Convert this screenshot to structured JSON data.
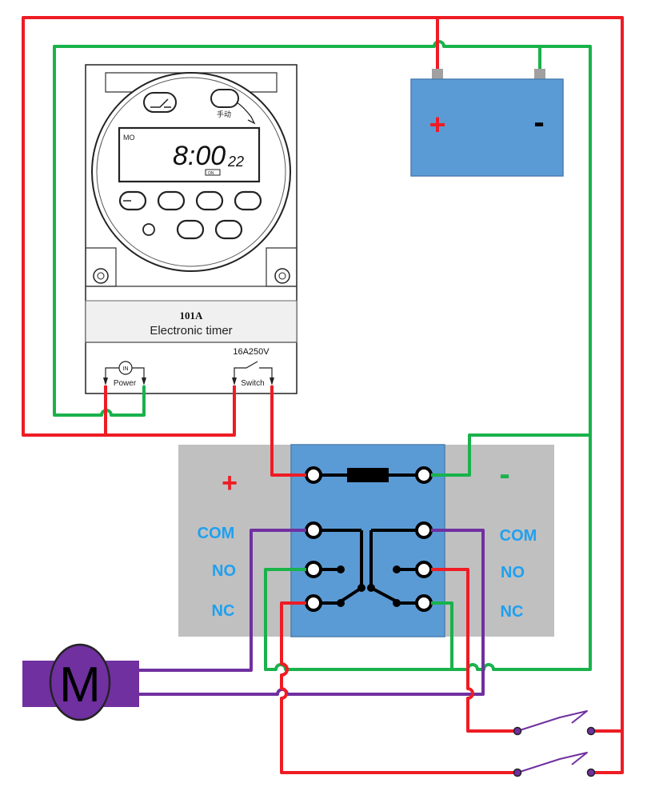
{
  "timer": {
    "lcd_day": "MO",
    "lcd_time": "8:00",
    "lcd_seconds": "22",
    "lcd_tag": "ON",
    "manual_label": "手动",
    "model": "101A",
    "name": "Electronic timer",
    "rating": "16A250V",
    "in_label": "IN",
    "power_label": "Power",
    "switch_label": "Switch"
  },
  "battery": {
    "plus": "+",
    "minus": "-"
  },
  "relay": {
    "plus": "+",
    "minus": "-",
    "left_labels": [
      "COM",
      "NO",
      "NC"
    ],
    "right_labels": [
      "COM",
      "NO",
      "NC"
    ]
  },
  "motor": {
    "label": "M"
  },
  "colors": {
    "red": "#ee1c24",
    "green": "#19b24b",
    "purple": "#7030a0",
    "battery_fill": "#5b9bd5",
    "relay_fill": "#5b9bd5",
    "relay_panel": "#c0c0c0",
    "label_blue": "#1fa0f0"
  }
}
